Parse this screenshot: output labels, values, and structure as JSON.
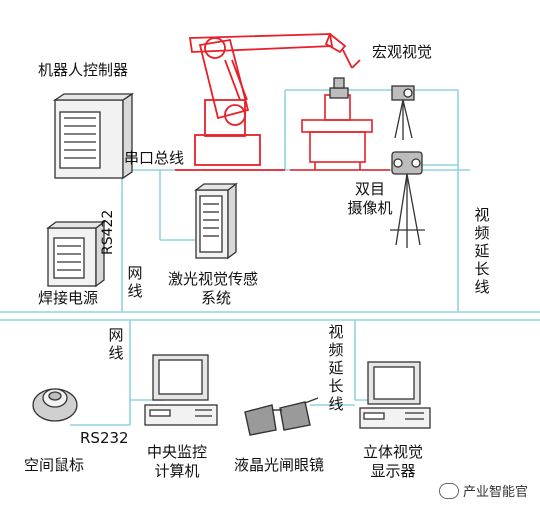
{
  "labels": {
    "controller": "机器人控制器",
    "macro_vision": "宏观视觉",
    "serial_bus": "串口总线",
    "rs422": "RS422",
    "dual_camera_line1": "双目",
    "dual_camera_line2": "摄像机",
    "video_ext_right": "视频延长线",
    "welding_power": "焊接电源",
    "network_upper": "网线",
    "laser_line1": "激光视觉传感",
    "laser_line2": "系统",
    "network_lower": "网线",
    "video_ext_mid": "视频延长线",
    "rs232": "RS232",
    "space_mouse": "空间鼠标",
    "central_line1": "中央监控",
    "central_line2": "计算机",
    "lcd_glasses": "液晶光闸眼镜",
    "stereo_line1": "立体视觉",
    "stereo_line2": "显示器"
  },
  "watermark": {
    "icon": "wechat-icon",
    "text": "产业智能官"
  },
  "colors": {
    "connection_line": "#8fd3df",
    "robot_outline": "#e8202a",
    "equipment_outline": "#333333"
  }
}
